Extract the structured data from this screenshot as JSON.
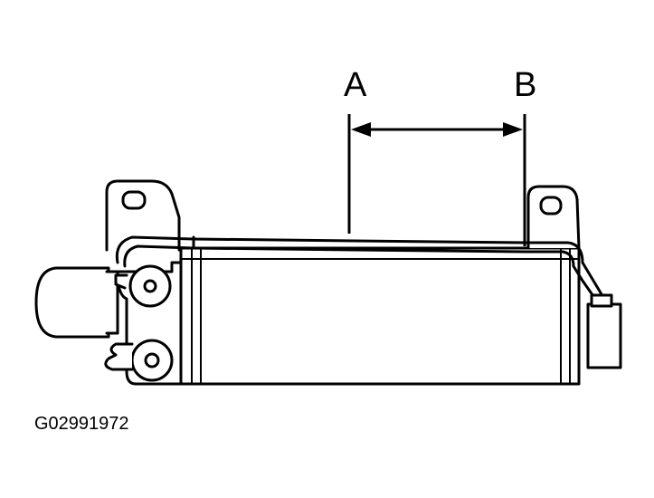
{
  "labels": {
    "a": "A",
    "b": "B"
  },
  "figure_code": "G02991972"
}
